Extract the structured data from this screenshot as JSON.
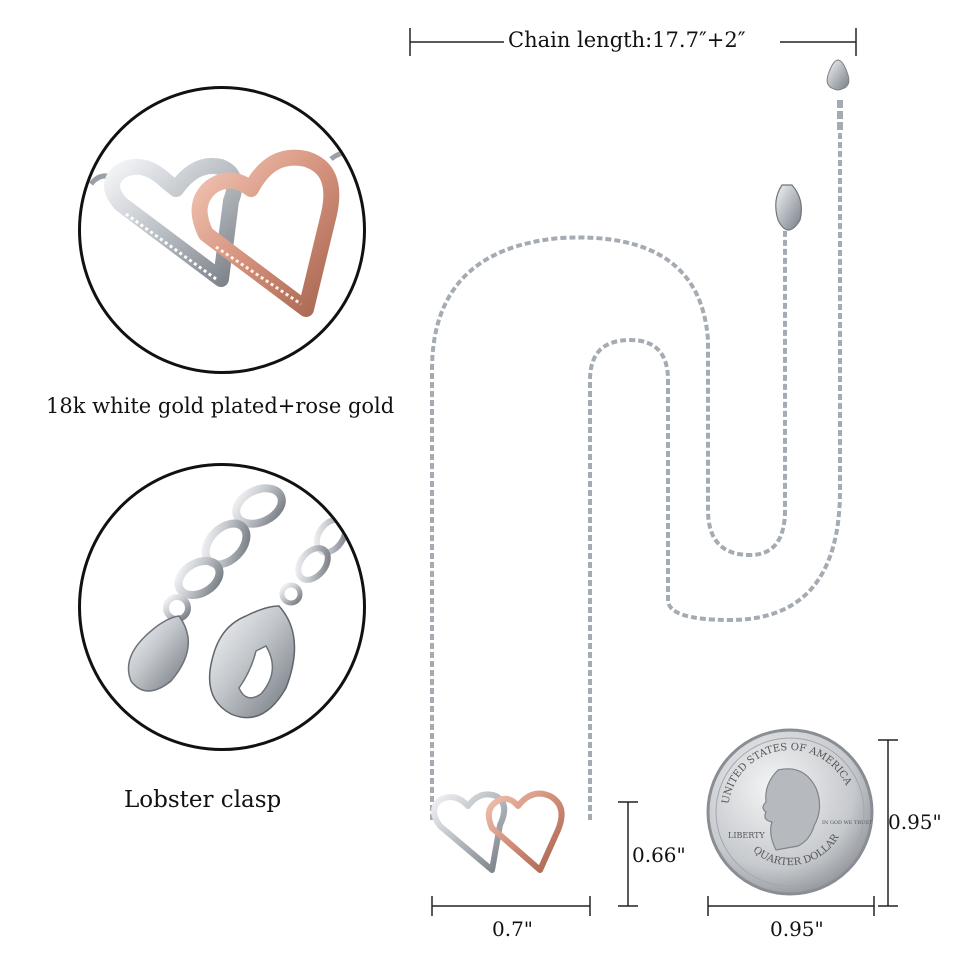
{
  "chain_length_label": "Chain length:17.7″+2″",
  "detail_1": {
    "caption": "18k white gold plated+rose gold",
    "icon": "interlocking-hearts-closeup"
  },
  "detail_2": {
    "caption": "Lobster clasp",
    "icon": "lobster-clasp-closeup"
  },
  "pendant": {
    "height_label": "0.66\"",
    "width_label": "0.7\""
  },
  "coin": {
    "height_label": "0.95\"",
    "width_label": "0.95\"",
    "text_top": "UNITED STATES OF AMERICA",
    "text_bottom": "QUARTER DOLLAR",
    "text_liberty": "LIBERTY",
    "text_motto": "IN GOD WE TRUST"
  },
  "colors": {
    "silver": "#c9cdd2",
    "rose_gold": "#d99a86",
    "outline": "#111111"
  }
}
